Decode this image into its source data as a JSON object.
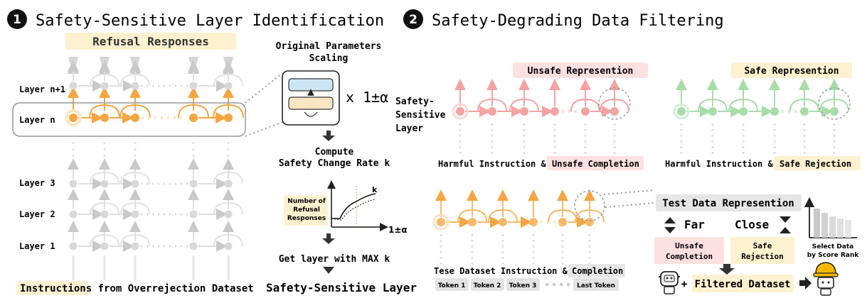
{
  "section1": {
    "number": "1",
    "title": "Safety-Sensitive Layer Identification",
    "refusal_label": "Refusal Responses",
    "layer_labels": [
      "Layer n+1",
      "Layer n",
      "Layer 3",
      "Layer 2",
      "Layer 1"
    ],
    "bottom_highlight": "Instructions",
    "bottom_rest": " from Overrejection Dataset",
    "scaling_title_line1": "Original Parameters",
    "scaling_title_line2": "Scaling",
    "scaling_factor": "x 1±α",
    "compute_line1": "Compute",
    "compute_line2": "Safety Change Rate k",
    "mini_chart_ylabel": [
      "Number of",
      "Refusal",
      "Responses"
    ],
    "mini_chart_xlabel": "1±α",
    "mini_chart_k": "k",
    "get_layer": "Get layer with MAX k",
    "result": "Safety-Sensitive Layer"
  },
  "section2": {
    "number": "2",
    "title": "Safety-Degrading Data Filtering",
    "unsafe_rep": "Unsafe Represention",
    "safe_rep": "Safe Represention",
    "side_label": [
      "Safety-",
      "Sensitive",
      "Layer"
    ],
    "harm_unsafe_prefix": "Harmful Instruction & ",
    "harm_unsafe_tag": "Unsafe Completion",
    "harm_safe_prefix": "Harmful Instruction & ",
    "harm_safe_tag": "Safe Rejection",
    "test_rep": "Test Data Represention",
    "far": "Far",
    "close": "Close",
    "unsafe_completion_box": [
      "Unsafe",
      "Completion"
    ],
    "safe_rejection_box": [
      "Safe",
      "Rejection"
    ],
    "select_label": [
      "Select Data",
      "by Score Rank"
    ],
    "test_caption_prefix": "Tese Dataset Instruction & ",
    "test_caption_tag": "Completion",
    "tokens": [
      "Token 1",
      "Token 2",
      "Token 3",
      "Last Token"
    ],
    "filtered": "Filtered Dataset",
    "plus": "+"
  },
  "colors": {
    "orange": "#f5a541",
    "orange_fill": "#fbe6c4",
    "red": "#f08a8a",
    "red_fill": "#fde0e0",
    "green": "#8fd08f",
    "yellow_fill": "#fdf1d0",
    "gray": "#c9c9c9",
    "label_bg": "#e9e9e9"
  }
}
